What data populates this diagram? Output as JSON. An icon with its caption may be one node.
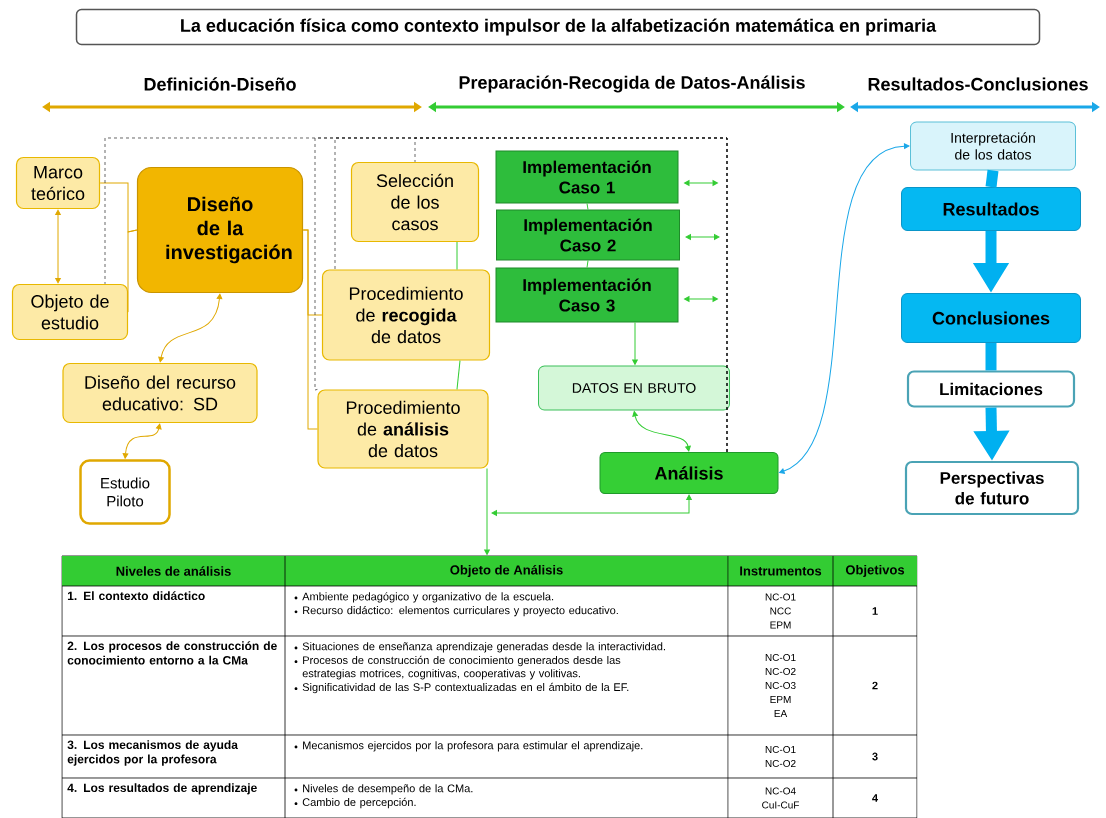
{
  "diagram": {
    "title": "La educación física como contexto impulsor de la alfabetización matemática en primaria",
    "nodes": [
      {
        "text": [
          "Marco teórico"
        ]
      },
      {
        "text": [
          "Objeto de estudio"
        ]
      },
      {
        "text": [
          "Diseño de la investigación"
        ]
      },
      {
        "text": [
          "Diseño del recurso educativo: SD"
        ]
      },
      {
        "text": [
          "Estudio Piloto"
        ]
      },
      {
        "text": [
          "Selección de los casos"
        ]
      },
      {
        "text": [
          "Procedimiento de **recogida** de datos"
        ]
      },
      {
        "text": [
          "Procedimiento de **análisis** de datos"
        ]
      },
      {
        "text": [
          "Implementación Caso 1"
        ]
      },
      {
        "text": [
          "Implementación Caso 2"
        ]
      },
      {
        "text": [
          "Implementación Caso 3"
        ]
      },
      {
        "text": [
          "DATOS EN BRUTO"
        ]
      },
      {
        "text": [
          "Análisis"
        ]
      },
      {
        "text": [
          "Interpretación de los datos"
        ]
      },
      {
        "text": [
          "Resultados"
        ]
      },
      {
        "text": [
          "Conclusiones"
        ]
      },
      {
        "text": [
          "Limitaciones"
        ]
      },
      {
        "text": [
          "Perspectivas de futuro"
        ]
      },
      {
        "text": [],
        "shape": "box"
      }
    ],
    "edges": [
      {
        "from": 0,
        "to": 1,
        "arrow": "both",
        "color": "#e0a800"
      },
      {
        "from": 0,
        "to": 2,
        "arrow": "none",
        "color": "#e0a800"
      },
      {
        "from": 1,
        "to": 2,
        "arrow": "none",
        "color": "#e0a800"
      },
      {
        "from": 2,
        "to": 3,
        "arrow": "both",
        "color": "#e0a800"
      },
      {
        "from": 3,
        "to": 4,
        "arrow": "both",
        "color": "#e0a800"
      },
      {
        "from": 2,
        "to": 6,
        "arrow": "none",
        "color": "#e0a800"
      },
      {
        "from": 2,
        "to": 7,
        "arrow": "none",
        "color": "#e0a800"
      },
      {
        "from": 5,
        "to": 6,
        "arrow": "none",
        "color": "#33cc33"
      },
      {
        "from": 6,
        "to": 7,
        "arrow": "none",
        "color": "#33cc33"
      },
      {
        "from": 7,
        "to": 18,
        "arrow": "to",
        "color": "#33cc33"
      },
      {
        "from": 8,
        "to": 9,
        "arrow": "none",
        "color": "#33cc33"
      },
      {
        "from": 9,
        "to": 10,
        "arrow": "none",
        "color": "#33cc33"
      },
      {
        "from": 8,
        "to": null,
        "arrow": "both",
        "color": "#33cc33"
      },
      {
        "from": 9,
        "to": null,
        "arrow": "both",
        "color": "#33cc33"
      },
      {
        "from": 10,
        "to": null,
        "arrow": "both",
        "color": "#33cc33"
      },
      {
        "from": 10,
        "to": 11,
        "arrow": "to",
        "color": "#33cc33"
      },
      {
        "from": 11,
        "to": 12,
        "arrow": "both",
        "color": "#33cc33"
      },
      {
        "from": 12,
        "to": null,
        "arrow": "both",
        "color": "#33cc33"
      },
      {
        "from": 12,
        "to": 13,
        "arrow": "both",
        "color": "#1aa7e8"
      },
      {
        "from": 13,
        "to": 14,
        "arrow": "none",
        "style": "thick",
        "color": "#00b0f0"
      },
      {
        "from": 14,
        "to": 15,
        "arrow": "to",
        "style": "thick",
        "color": "#00b0f0"
      },
      {
        "from": 15,
        "to": 16,
        "arrow": "none",
        "style": "thick",
        "color": "#00b0f0"
      },
      {
        "from": 16,
        "to": 17,
        "arrow": "to",
        "style": "thick",
        "color": "#00b0f0"
      },
      {
        "from": 12,
        "to": 1,
        "arrow": "none",
        "style": "dashed",
        "color": "#000000"
      },
      {
        "from": 12,
        "to": 5,
        "arrow": "none",
        "style": "dashed",
        "color": "#000000"
      },
      {
        "from": 12,
        "to": 6,
        "arrow": "none",
        "style": "dashed",
        "color": "#000000"
      },
      {
        "from": 12,
        "to": 7,
        "arrow": "none",
        "style": "dashed",
        "color": "#000000"
      }
    ],
    "labels": [
      "Definición-Diseño",
      "Preparación-Recogida de Datos-Análisis",
      "Resultados-Conclusiones",
      "Niveles de análisis",
      "Objeto de Análisis",
      "Instrumentos",
      "Objetivos",
      "1. El contexto didáctico",
      "Ambiente pedagógico y organizativo de la escuela.",
      "Recurso didáctico: elementos curriculares y proyecto educativo.",
      "NC-O1",
      "NCC",
      "EPM",
      "1",
      "2. Los procesos de construcción de conocimiento entorno a la CMa",
      "Situaciones de enseñanza aprendizaje generadas desde la interactividad.",
      "Procesos de construcción de conocimiento generados desde las estrategias motrices, cognitivas, cooperativas y volitivas.",
      "Significatividad de las S-P contextualizadas en el ámbito de la EF.",
      "NC-O1",
      "NC-O2",
      "NC-O3",
      "EPM",
      "EA",
      "2",
      "3. Los mecanismos de ayuda ejercidos por la profesora",
      "Mecanismos ejercidos por la profesora para estimular el aprendizaje.",
      "NC-O1",
      "NC-O2",
      "3",
      "4. Los resultados de aprendizaje",
      "Niveles de desempeño de la CMa.",
      "Cambio de percepción.",
      "NC-O4",
      "CuI-CuF",
      "4"
    ]
  }
}
